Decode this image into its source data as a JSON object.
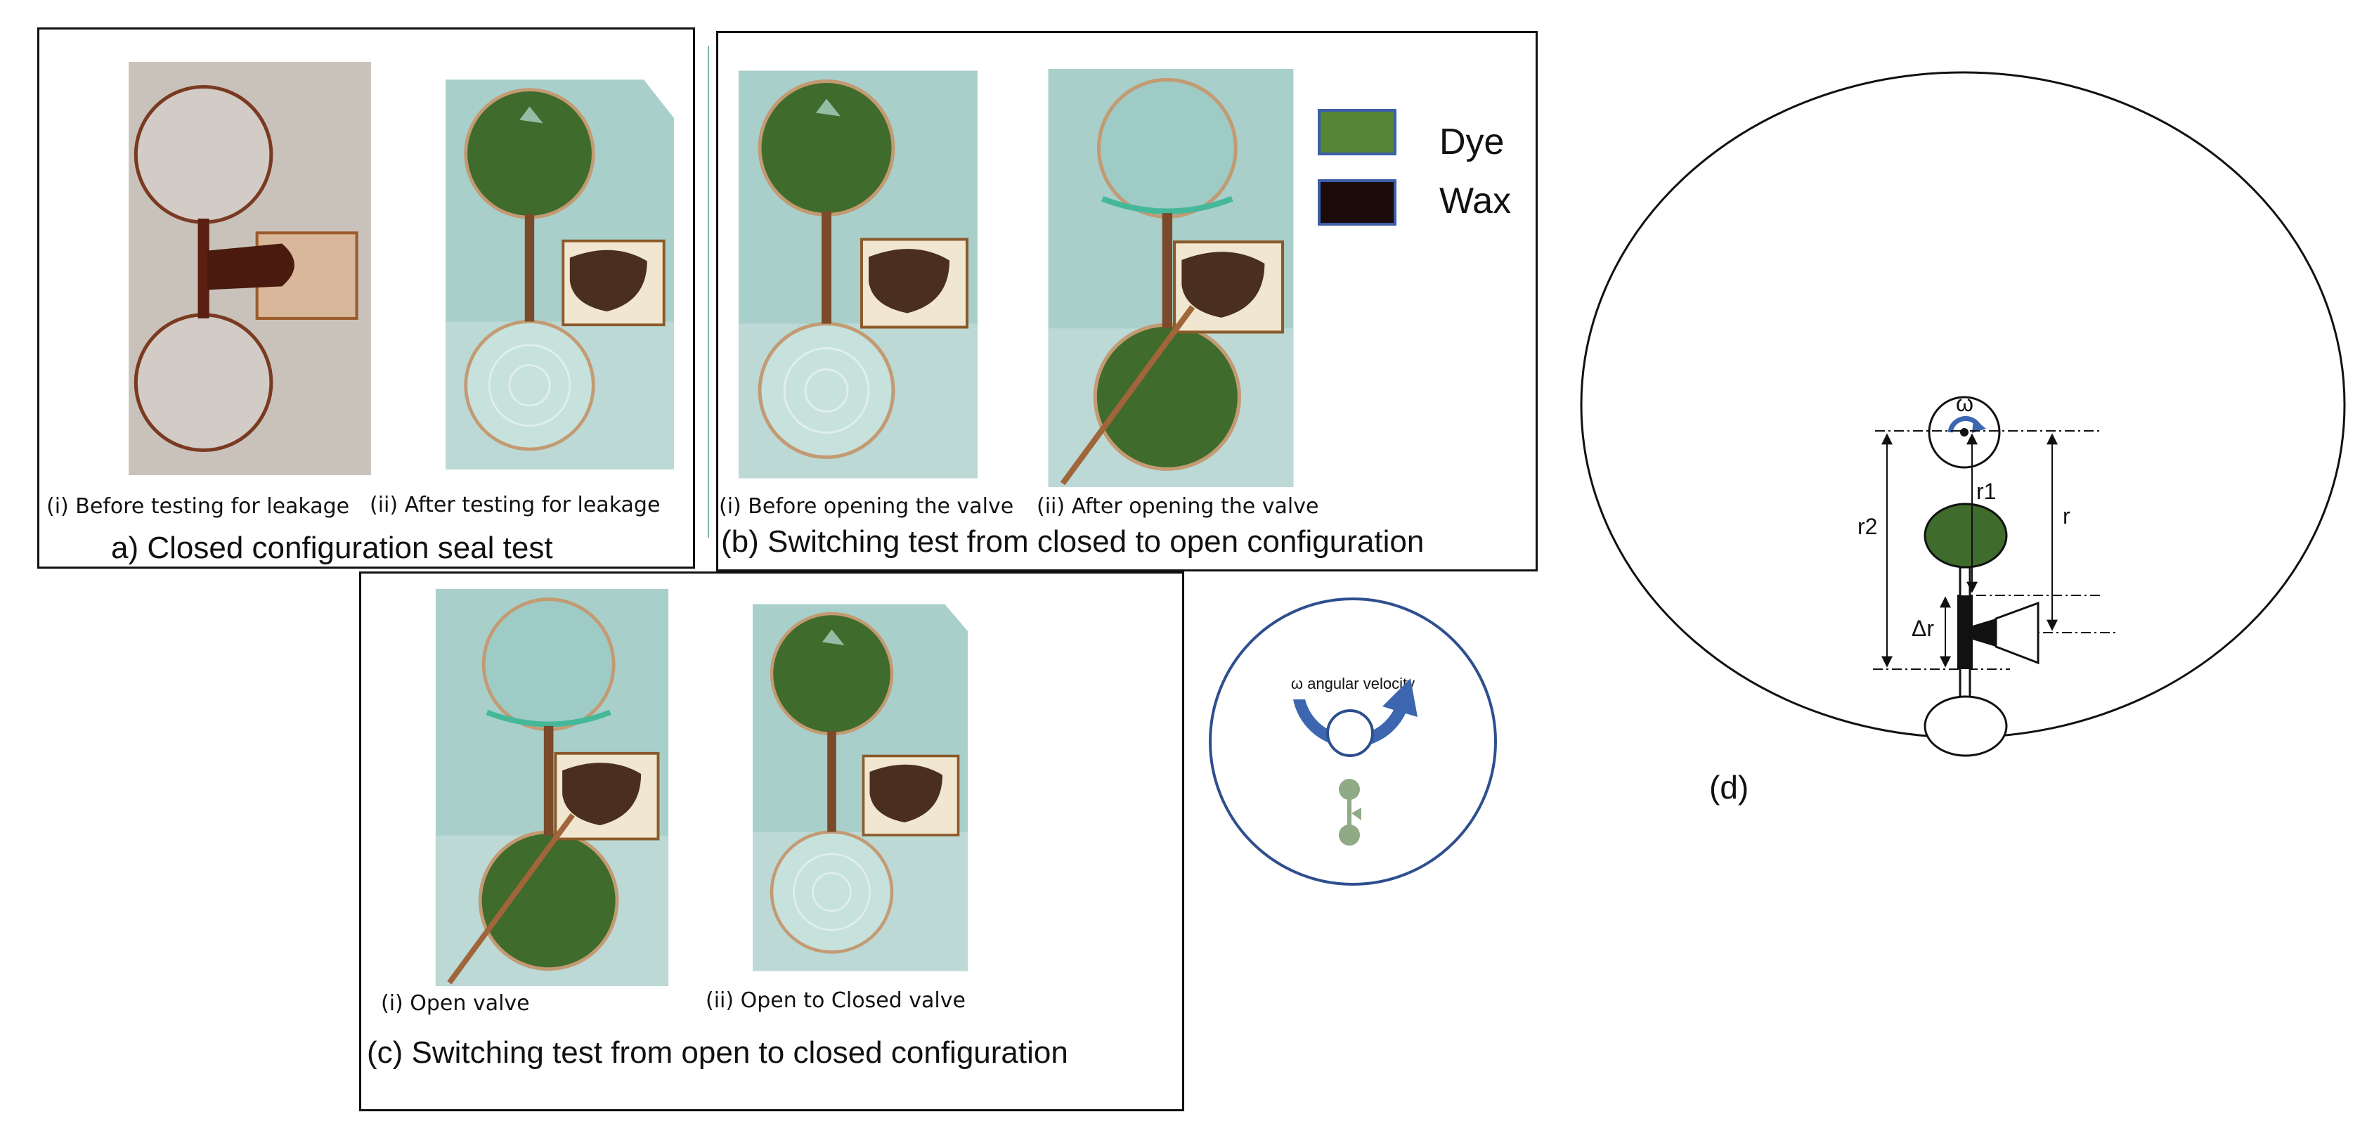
{
  "panel_a": {
    "sub_i": "(i) Before testing for leakage",
    "sub_ii": "(ii) After testing for leakage",
    "title": "a) Closed configuration seal test"
  },
  "panel_b": {
    "sub_i": "(i) Before opening the valve",
    "sub_ii": "(ii) After opening the valve",
    "title": "(b) Switching test from closed to open configuration"
  },
  "panel_c": {
    "sub_i": "(i) Open valve",
    "sub_ii": "(ii) Open to Closed valve",
    "title": "(c) Switching test from open to  closed configuration"
  },
  "legend": {
    "items": [
      {
        "label": "Dye",
        "color": "#568536"
      },
      {
        "label": "Wax",
        "color": "#1c0b0b"
      }
    ]
  },
  "disc_inset": {
    "label": "ω angular velocity"
  },
  "panel_d": {
    "label": "(d)",
    "omega": "ω",
    "r1": "r1",
    "r2": "r2",
    "r": "r",
    "dr": "Δr"
  },
  "colors": {
    "dye": "#3f6b2c",
    "photo_bg": "#a9cfcb",
    "arrow_blue": "#3c67b0",
    "inset_green": "#8faa84"
  }
}
